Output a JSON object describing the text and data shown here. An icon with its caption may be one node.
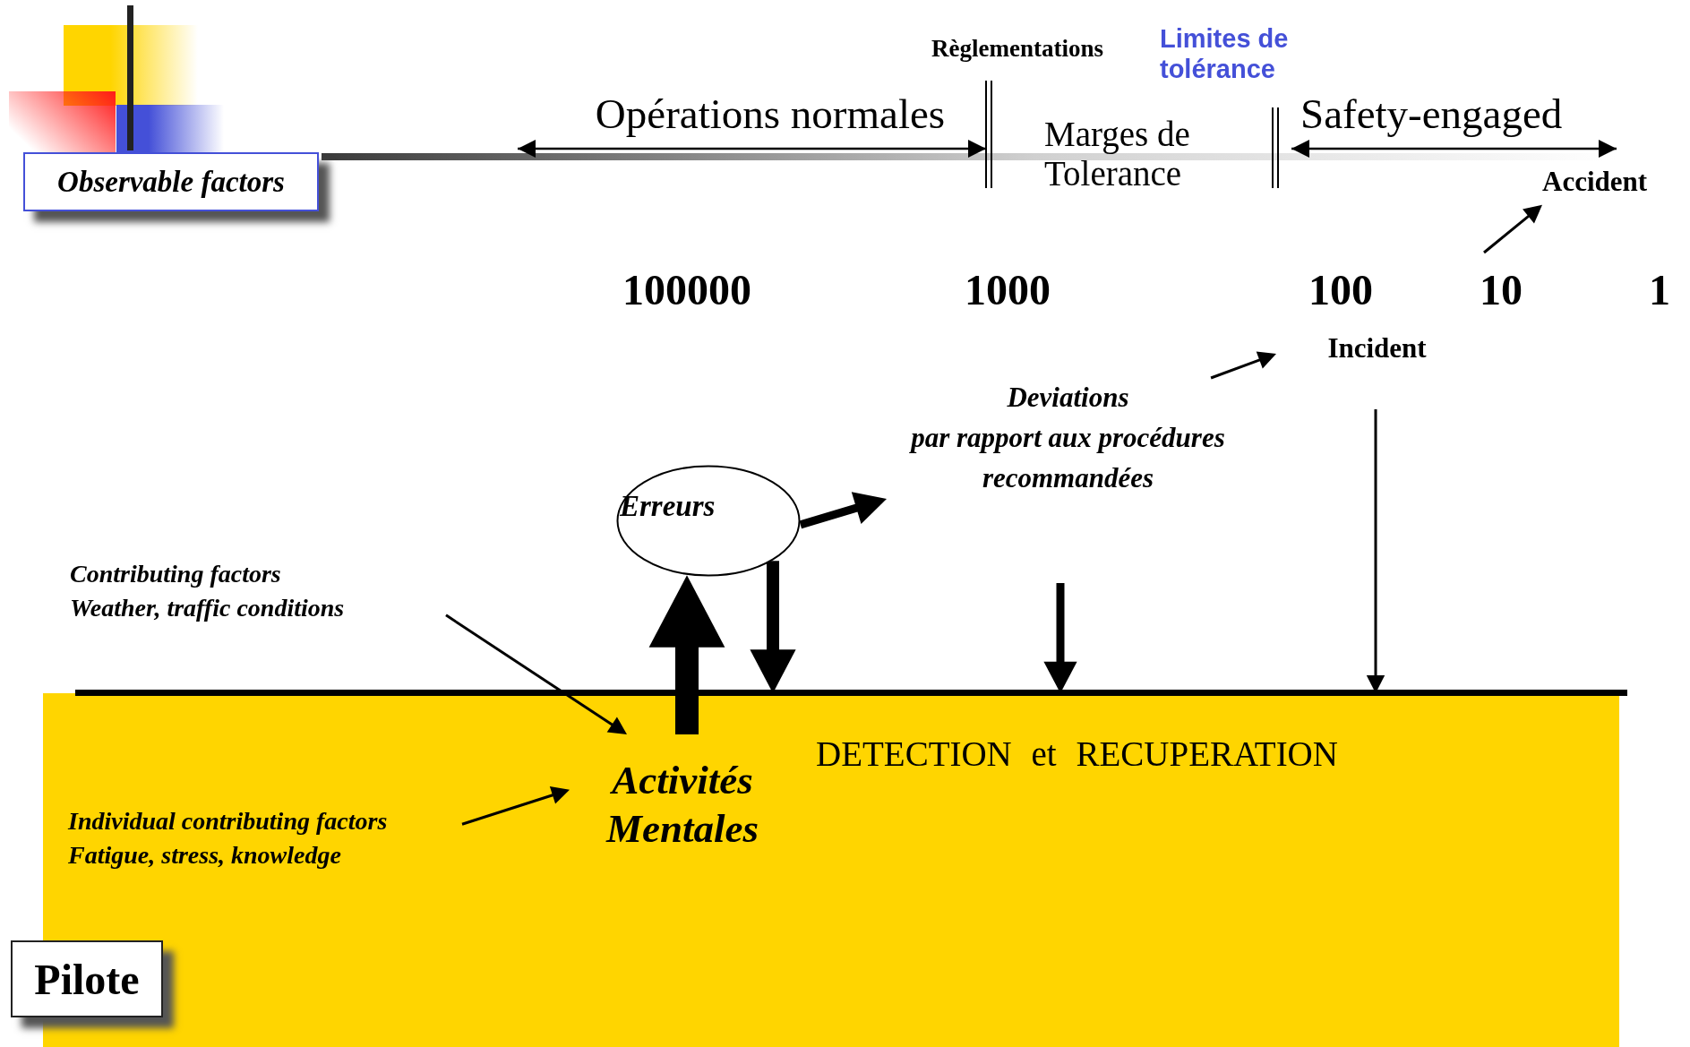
{
  "diagram": {
    "nodes": [
      {
        "text": [
          "Observable factors"
        ]
      },
      {
        "text": [
          "DETECTION et RECUPERATION"
        ]
      },
      {
        "text": [
          "Activités Mentales"
        ],
        "in": 1
      },
      {
        "text": [
          "Individual contributing factors",
          "Fatigue, stress, knowledge"
        ],
        "in": 1
      },
      {
        "text": [
          "Contributing factors",
          "Weather, traffic conditions"
        ]
      },
      {
        "text": [
          "Erreurs"
        ]
      },
      {
        "text": [
          "Deviations",
          "par rapport aux procédures recommandées"
        ]
      },
      {
        "text": [
          "Incident"
        ]
      },
      {
        "text": [
          "Accident"
        ]
      },
      {
        "text": [
          "Pilote"
        ]
      }
    ],
    "edges": [
      {
        "from": 4,
        "to": 2,
        "arrow": "to"
      },
      {
        "from": 3,
        "to": 2,
        "arrow": "to"
      },
      {
        "from": 2,
        "to": 5,
        "arrow": "to",
        "style": "thick"
      },
      {
        "from": 5,
        "to": 6,
        "arrow": "to",
        "style": "thick"
      },
      {
        "from": 6,
        "to": null,
        "arrow": "to"
      },
      {
        "from": 5,
        "to": 1,
        "arrow": "to",
        "style": "thick"
      },
      {
        "from": null,
        "to": 1,
        "arrow": "to",
        "style": "thick"
      },
      {
        "from": 7,
        "to": 1,
        "arrow": "to"
      },
      {
        "from": null,
        "to": 8,
        "arrow": "to"
      }
    ],
    "labels": [
      "Règlementations",
      "Limites de tolérance",
      "Opérations normales",
      "Marges de Tolerance",
      "Safety-engaged",
      "100000",
      "1000",
      "100",
      "10",
      "1"
    ]
  }
}
